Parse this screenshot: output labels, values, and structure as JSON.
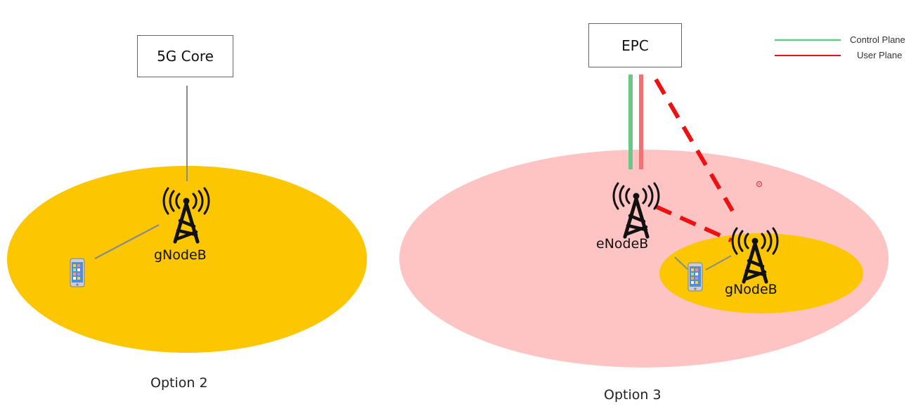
{
  "colors": {
    "coverage_5g": "#FCC600",
    "coverage_lte": "#FEC4C4",
    "control_plane": "#6CC787",
    "user_plane": "#F57070",
    "user_plane_dashed": "#EE1111",
    "link_gray": "#8A8A8A",
    "tower": "#111111"
  },
  "option2": {
    "core_label": "5G Core",
    "node_label": "gNodeB",
    "caption": "Option 2"
  },
  "option3": {
    "core_label": "EPC",
    "enb_label": "eNodeB",
    "gnb_label": "gNodeB",
    "caption": "Option 3"
  },
  "legend": {
    "items": [
      {
        "label": "Control Plane",
        "color": "#6CC787"
      },
      {
        "label": "User Plane",
        "color": "#EE1111"
      }
    ]
  },
  "icons": [
    "cell-tower-icon",
    "smartphone-icon"
  ]
}
